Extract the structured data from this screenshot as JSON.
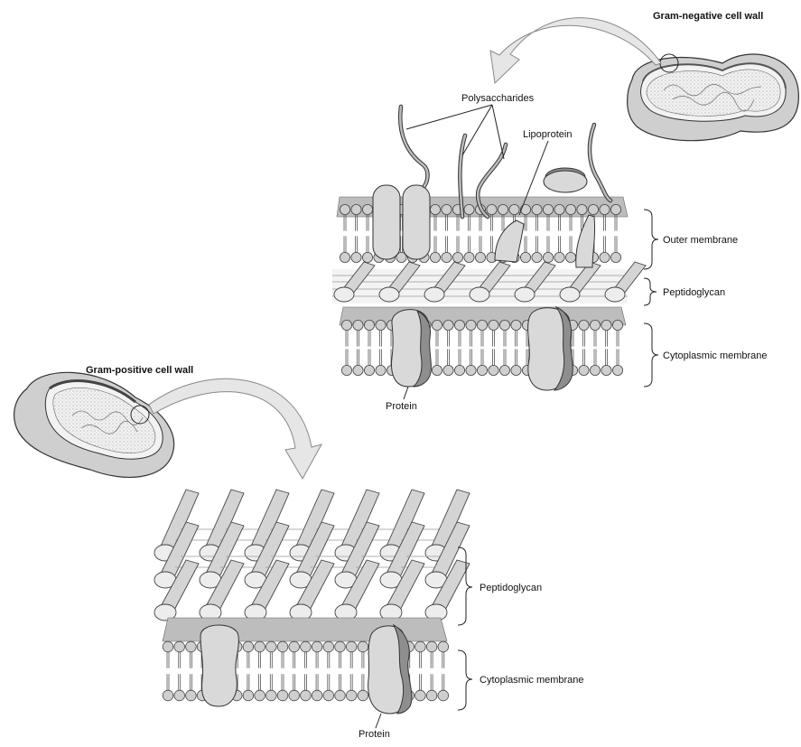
{
  "gram_negative": {
    "title": "Gram-negative cell wall",
    "labels": {
      "polysaccharides": "Polysaccharides",
      "lipoprotein": "Lipoprotein",
      "outer_membrane": "Outer membrane",
      "peptidoglycan": "Peptidoglycan",
      "cytoplasmic_membrane": "Cytoplasmic membrane",
      "protein": "Protein"
    }
  },
  "gram_positive": {
    "title": "Gram-positive cell wall",
    "labels": {
      "peptidoglycan": "Peptidoglycan",
      "cytoplasmic_membrane": "Cytoplasmic membrane",
      "protein": "Protein"
    }
  },
  "colors": {
    "ink": "#111111",
    "membrane_head": "#cfcfcf",
    "peptidoglycan_rod": "#d4d4d4",
    "protein": "#d9d9d9",
    "arrow": "#e6e6e6"
  }
}
